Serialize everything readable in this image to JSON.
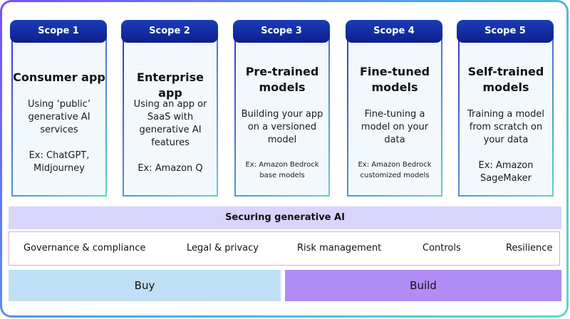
{
  "scopes": [
    {
      "label": "Scope 1",
      "title": [
        "Consumer app"
      ],
      "desc": [
        "Using ‘public’",
        "generative AI",
        "services"
      ],
      "ex": [
        "Ex: ChatGPT,",
        "Midjourney"
      ],
      "ex_size": "large"
    },
    {
      "label": "Scope 2",
      "title": [
        "Enterprise app"
      ],
      "desc": [
        "Using an app or",
        "SaaS with",
        "generative AI",
        "features"
      ],
      "ex": [
        "Ex: Amazon Q"
      ],
      "ex_size": "large"
    },
    {
      "label": "Scope 3",
      "title": [
        "Pre-trained",
        "models"
      ],
      "desc": [
        "Building your app",
        "on a versioned",
        "model"
      ],
      "ex": [
        "Ex: Amazon Bedrock",
        "base models"
      ],
      "ex_size": "small"
    },
    {
      "label": "Scope 4",
      "title": [
        "Fine-tuned",
        "models"
      ],
      "desc": [
        "Fine-tuning a",
        "model on your",
        "data"
      ],
      "ex": [
        "Ex: Amazon Bedrock",
        "customized models"
      ],
      "ex_size": "small"
    },
    {
      "label": "Scope 5",
      "title": [
        "Self-trained",
        "models"
      ],
      "desc": [
        "Training a model",
        "from scratch on",
        "your data"
      ],
      "ex": [
        "Ex: Amazon",
        "SageMaker"
      ],
      "ex_size": "large"
    }
  ],
  "securing": {
    "title": "Securing generative AI"
  },
  "controls": [
    "Governance & compliance",
    "Legal & privacy",
    "Risk management",
    "Controls",
    "Resilience"
  ],
  "bottom": {
    "buy": "Buy",
    "build": "Build"
  },
  "colors": {
    "pill": "#0b1f8c",
    "card_bg": "#f3f8fd",
    "securing_bg": "#d9d4fb",
    "buy_bg": "#bfe0f6",
    "build_bg": "#b18cf5",
    "controls_border": "#e7a7cf"
  }
}
